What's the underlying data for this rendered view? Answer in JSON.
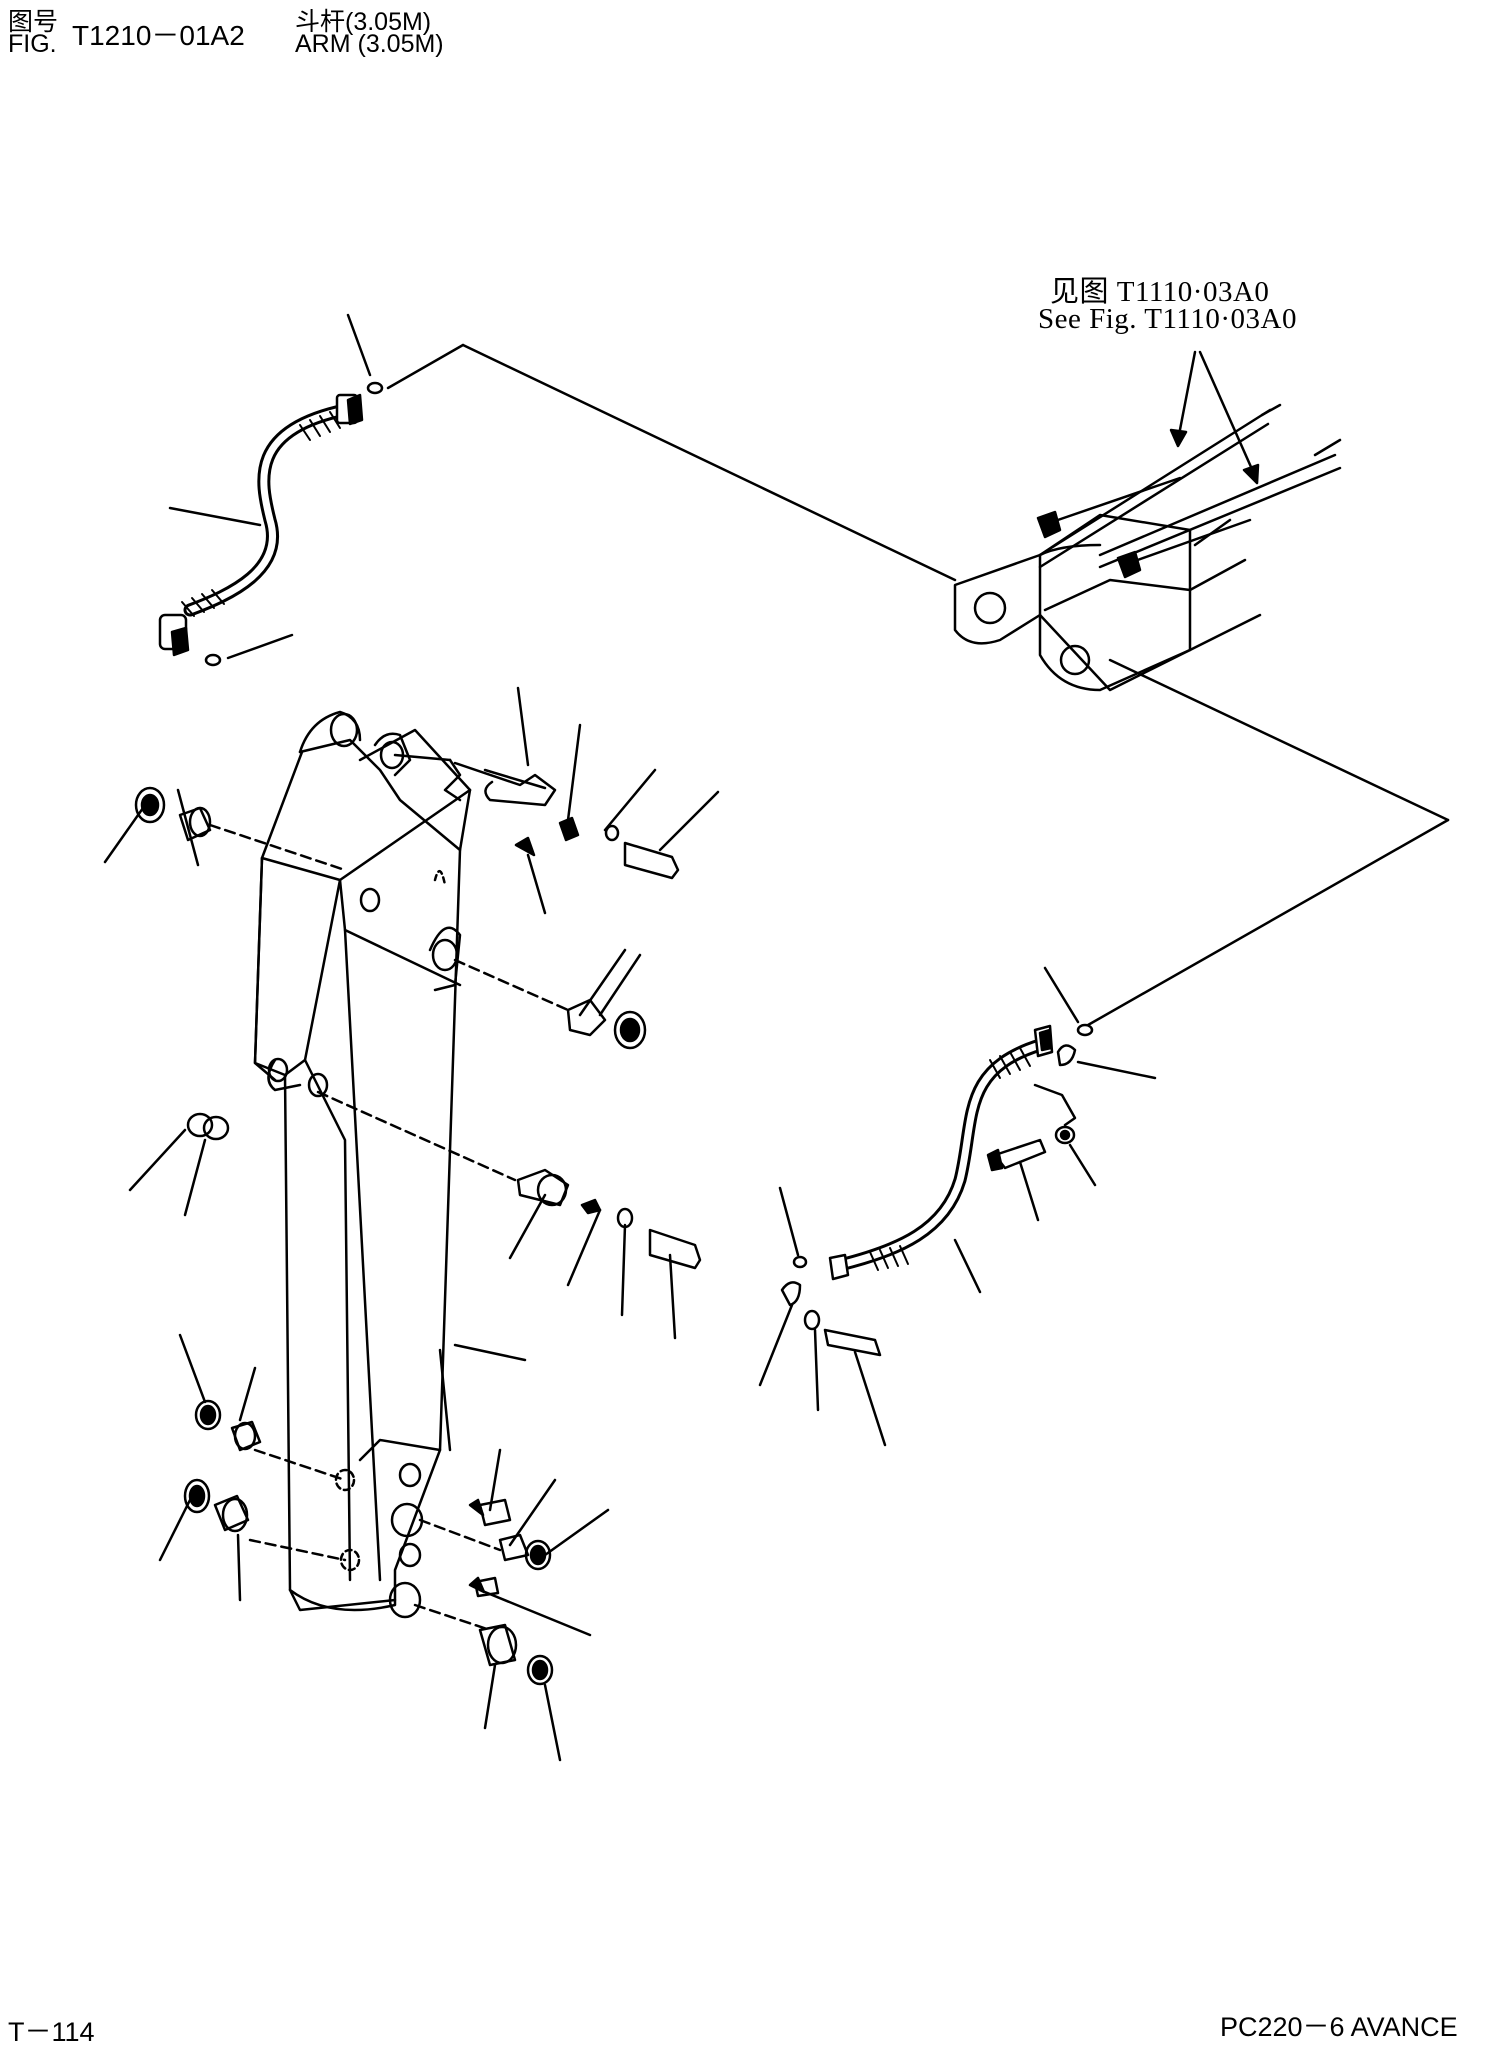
{
  "header": {
    "fig_label_cn": "图号",
    "fig_label_en": "FIG.",
    "fig_number": "T1210－01A2",
    "title_cn": "斗杆(3.05M)",
    "title_en": "ARM (3.05M)"
  },
  "reference": {
    "cn": "见图 T1110·03A0",
    "en": "See Fig. T1110·03A0"
  },
  "footer": {
    "page": "T－114",
    "model": "PC220－6 AVANCE"
  },
  "colors": {
    "ink": "#000000",
    "paper": "#ffffff"
  }
}
